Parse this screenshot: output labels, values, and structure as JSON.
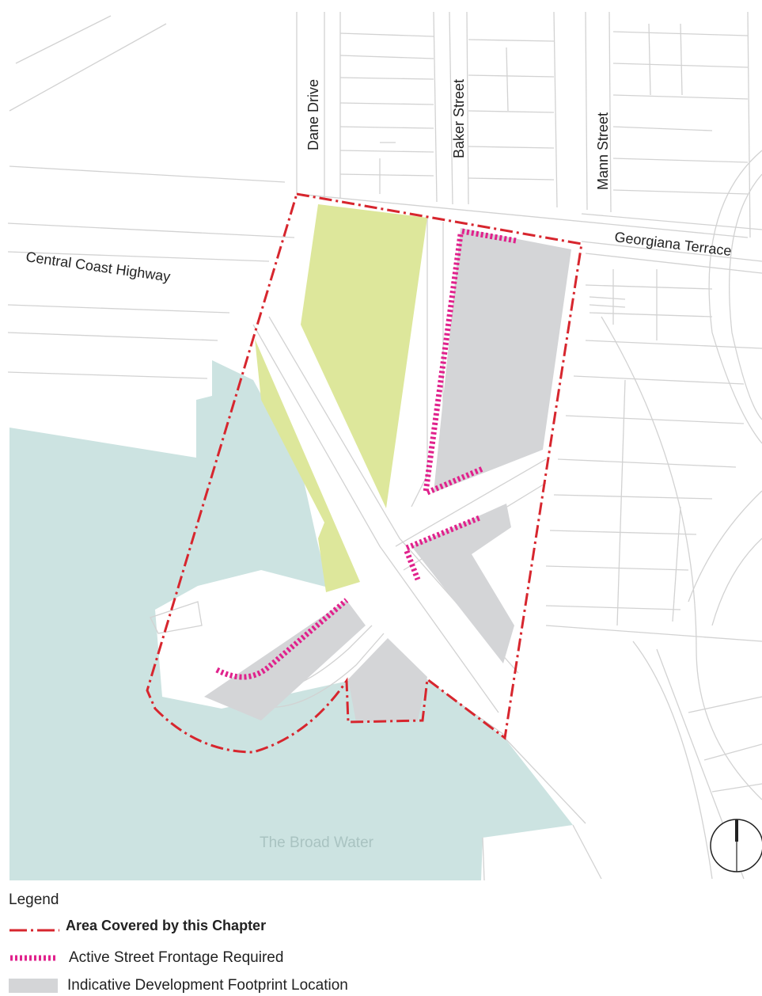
{
  "map": {
    "streets": {
      "dane_drive": "Dane Drive",
      "baker_street": "Baker Street",
      "mann_street": "Mann Street",
      "georgiana_terrace": "Georgiana Terrace",
      "central_coast_highway": "Central Coast Highway"
    },
    "water_body": "The Broad Water",
    "north_arrow_icon": "north-arrow-icon",
    "colors": {
      "water": "#cce3e1",
      "open_space": "#dde79b",
      "footprint": "#d4d5d7",
      "boundary": "#d7262e",
      "active_frontage": "#e0228c",
      "cadastre": "#d2d2d2"
    }
  },
  "legend": {
    "title": "Legend",
    "items": [
      {
        "key": "boundary",
        "label": "Area Covered by this Chapter"
      },
      {
        "key": "active_frontage",
        "label": "Active Street Frontage Required"
      },
      {
        "key": "footprint",
        "label": "Indicative Development Footprint Location"
      }
    ]
  }
}
